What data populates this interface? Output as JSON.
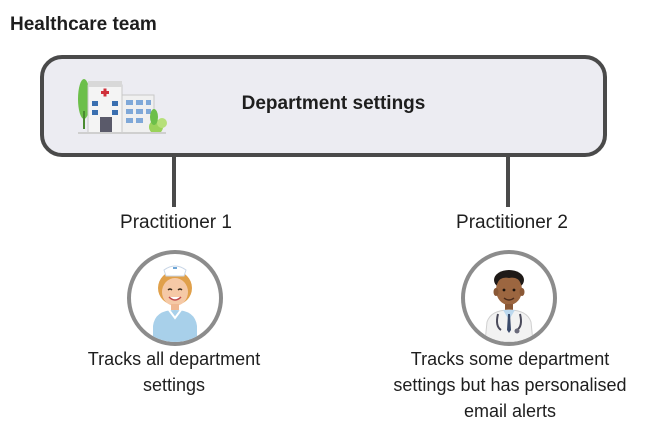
{
  "team": {
    "title": "Healthcare team"
  },
  "department": {
    "label": "Department settings",
    "icon": "hospital-icon"
  },
  "practitioners": [
    {
      "name": "Practitioner 1",
      "icon": "nurse-avatar-icon",
      "description_lines": [
        "Tracks all department",
        "settings"
      ]
    },
    {
      "name": "Practitioner 2",
      "icon": "doctor-avatar-icon",
      "description_lines": [
        "Tracks some department",
        "settings but has personalised",
        "email alerts"
      ]
    }
  ],
  "colors": {
    "box_fill": "#ececf2",
    "box_border": "#4a4a4a",
    "avatar_ring": "#8c8c8c",
    "hospital_green": "#6cbf4a",
    "hospital_blue": "#3a6fb0",
    "cross_red": "#d0303a"
  }
}
